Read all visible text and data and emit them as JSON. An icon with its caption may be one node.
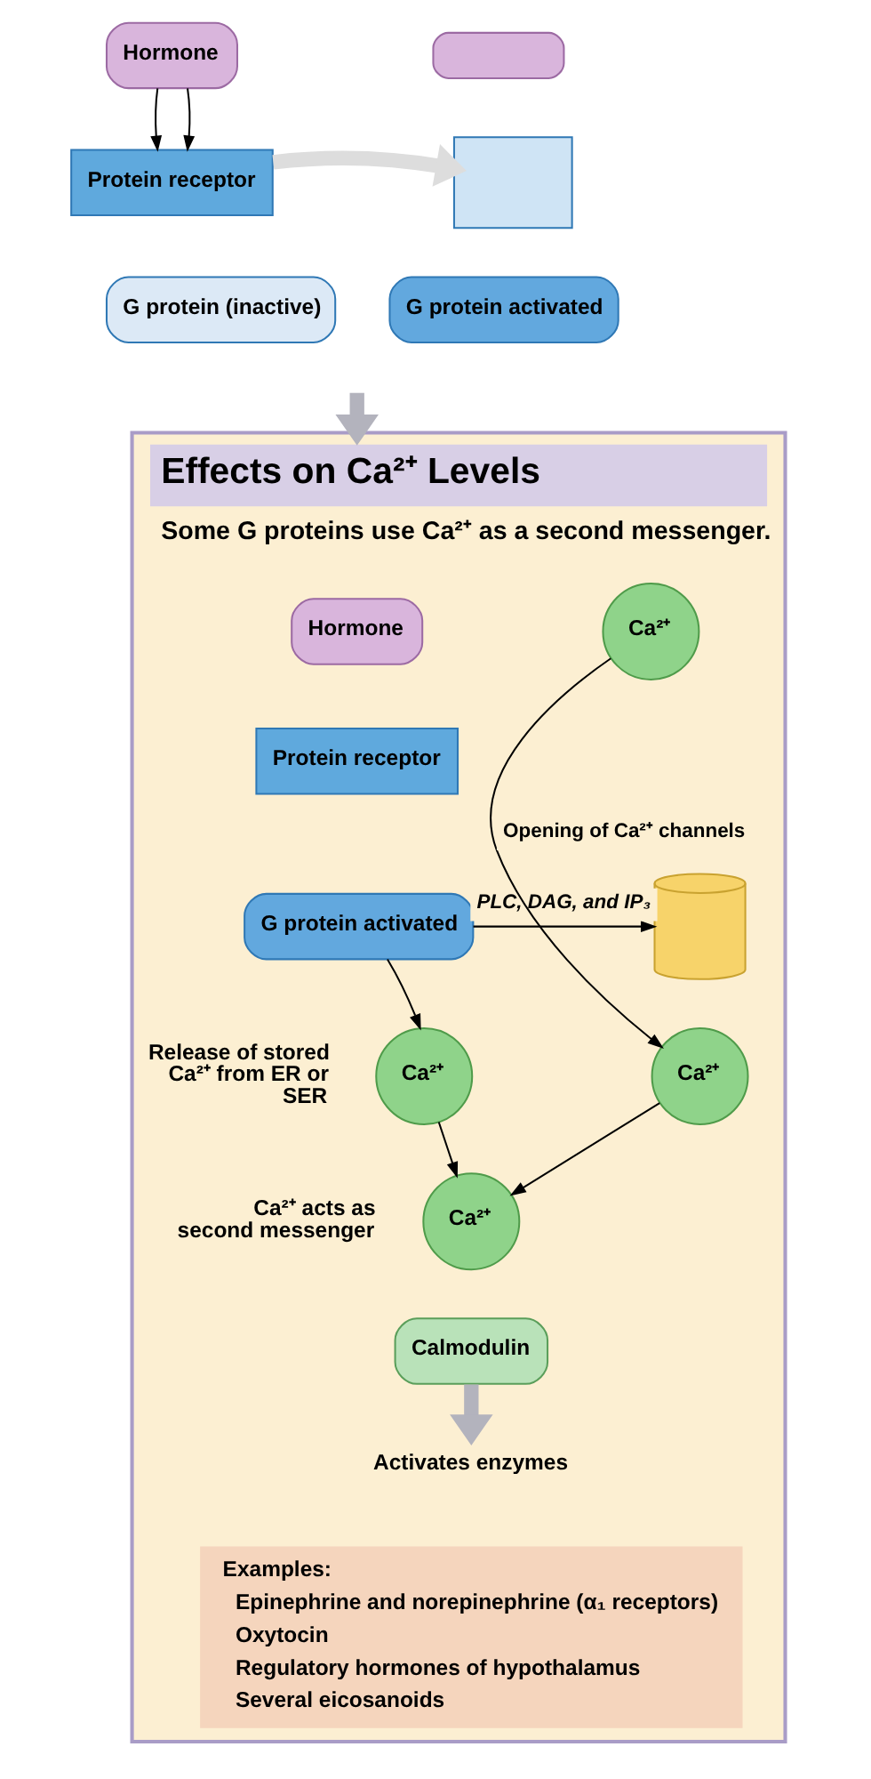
{
  "diagram": {
    "nodes": [
      {
        "text": [
          "Hormone"
        ]
      },
      {
        "text": [
          "Protein receptor"
        ]
      },
      {
        "text": [
          "G protein (inactive)"
        ]
      },
      {
        "text": [],
        "shape": "box"
      },
      {
        "text": [],
        "shape": "cloud"
      },
      {
        "text": [
          "G protein activated"
        ]
      },
      {
        "text": [
          "Effects on Ca²⁺ Levels",
          "Some G proteins use Ca²⁺ as a second messenger."
        ]
      },
      {
        "text": [
          "Hormone"
        ],
        "in": 6
      },
      {
        "text": [
          "Protein receptor"
        ],
        "in": 6
      },
      {
        "text": [
          "G protein activated"
        ],
        "in": 6
      },
      {
        "text": [],
        "shape": "cylinder",
        "in": 6
      },
      {
        "text": [
          "Ca²⁺"
        ],
        "in": 6
      },
      {
        "text": [
          "Ca²⁺"
        ],
        "in": 6,
        "beside": [
          "Release of stored Ca²⁺ from ER or SER"
        ]
      },
      {
        "text": [
          "Ca²⁺"
        ],
        "in": 6
      },
      {
        "text": [
          "Ca²⁺"
        ],
        "in": 6,
        "beside": [
          "Ca²⁺ acts as second messenger"
        ]
      },
      {
        "text": [
          "Calmodulin"
        ],
        "in": 6
      },
      {
        "text": [
          "Activates enzymes"
        ],
        "in": 6
      },
      {
        "text": [
          "Examples:",
          "Epinephrine and norepinephrine (α₁ receptors)",
          "Oxytocin",
          "Regulatory hormones of hypothalamus",
          "Several eicosanoids"
        ],
        "in": 6
      }
    ],
    "edges": [
      {
        "from": 0,
        "to": 1,
        "arrow": "to"
      },
      {
        "from": 0,
        "to": 1,
        "arrow": "to"
      },
      {
        "from": 1,
        "to": 3,
        "arrow": "to",
        "style": "thick",
        "color": "#dddddd"
      },
      {
        "from": null,
        "to": 6,
        "arrow": "to",
        "style": "thick",
        "color": "#b3b3bd"
      },
      {
        "from": 9,
        "to": 10,
        "arrow": "to",
        "label": "PLC, DAG, and IP₃"
      },
      {
        "from": 11,
        "to": 13,
        "arrow": "to",
        "label": "Opening of Ca²⁺ channels"
      },
      {
        "from": 9,
        "to": 12,
        "arrow": "to"
      },
      {
        "from": 12,
        "to": 14,
        "arrow": "to"
      },
      {
        "from": 13,
        "to": 14,
        "arrow": "to"
      },
      {
        "from": 15,
        "to": 16,
        "arrow": "to",
        "style": "thick",
        "color": "#b3b3bd"
      }
    ]
  }
}
